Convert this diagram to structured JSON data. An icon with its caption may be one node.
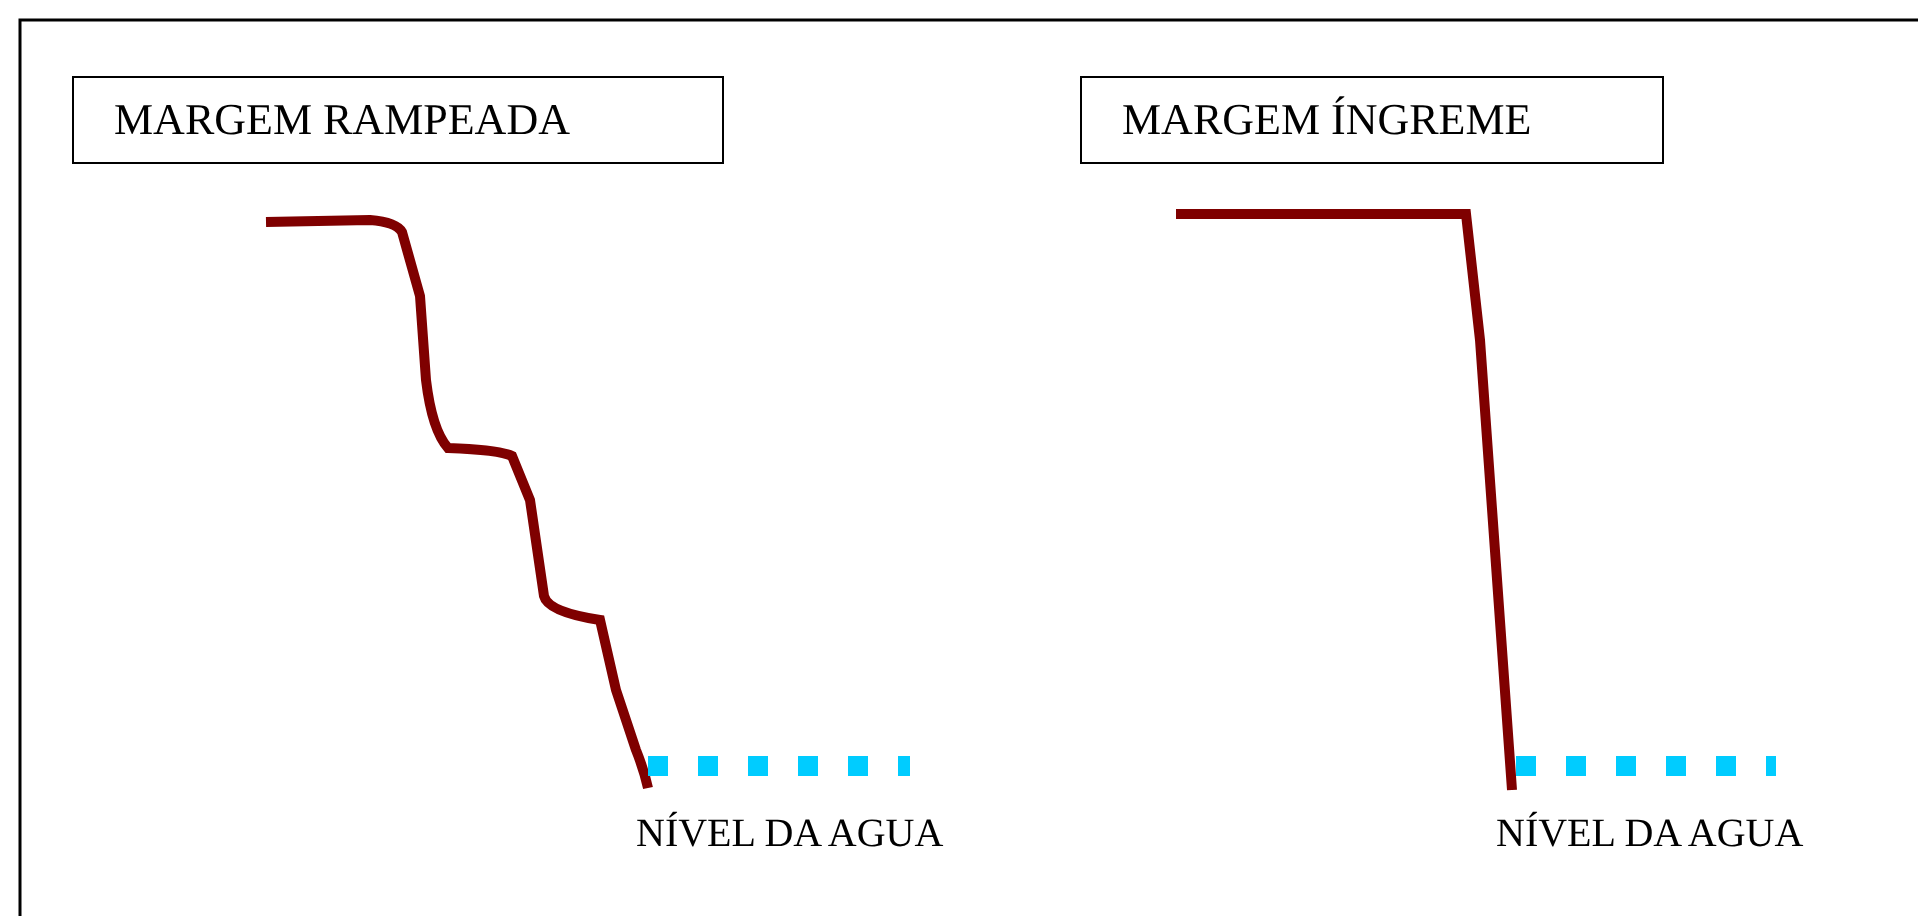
{
  "diagram": {
    "nodes": [
      {
        "text": [
          "MARGEM RAMPEADA"
        ]
      },
      {
        "text": [
          "MARGEM ÍNGREME"
        ]
      }
    ],
    "labels": [
      "NÍVEL DA AGUA",
      "NÍVEL DA AGUA"
    ]
  }
}
